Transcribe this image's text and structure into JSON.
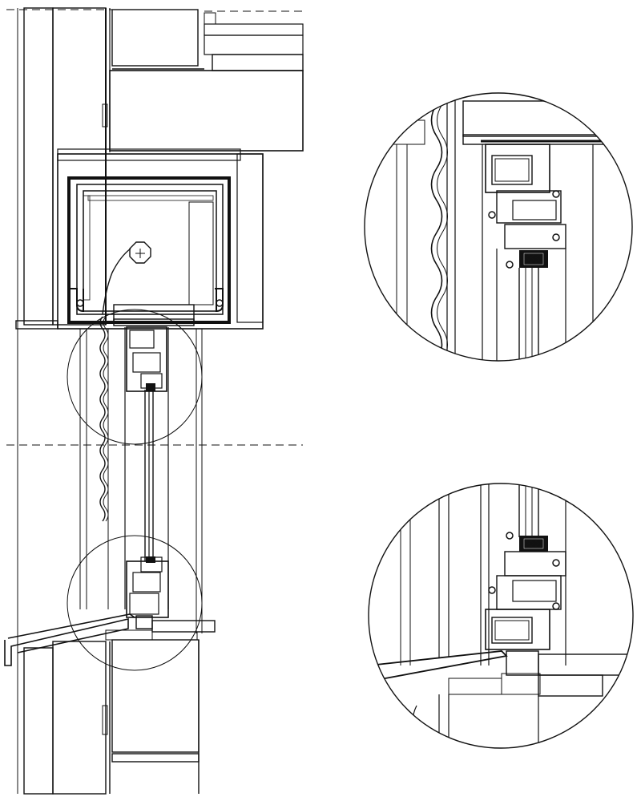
{
  "diagram": {
    "kind": "architectural-section",
    "views": [
      "main-section",
      "detail-head",
      "detail-sill"
    ],
    "labels": []
  },
  "colors": {
    "line": "#111111",
    "paper": "#ffffff",
    "hatch": "#333333"
  }
}
